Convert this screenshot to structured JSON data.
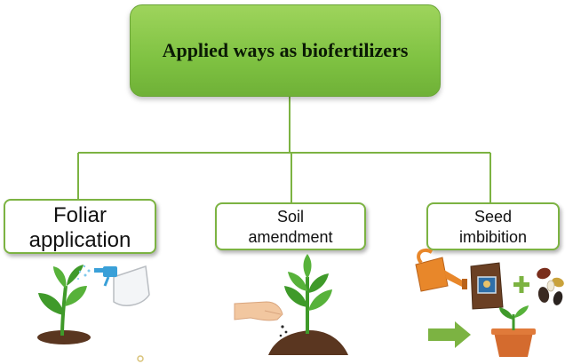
{
  "diagram": {
    "root": {
      "title": "Applied ways as biofertilizers"
    },
    "children": [
      {
        "id": "foliar",
        "lines": [
          "Foliar",
          "application"
        ]
      },
      {
        "id": "soil",
        "lines": [
          "Soil",
          "amendment"
        ]
      },
      {
        "id": "seed",
        "lines": [
          "Seed",
          "imbibition"
        ]
      }
    ]
  },
  "colors": {
    "root_fill": "#7fc242",
    "child_border": "#7cb342",
    "connector": "#7cb342",
    "leaf_green": "#3f9a2a",
    "soil_brown": "#5a3620"
  },
  "icons": [
    "plant-seedling-icon",
    "spray-bottle-icon",
    "hand-icon",
    "soil-plant-icon",
    "watering-can-icon",
    "fertilizer-bag-icon",
    "plus-icon",
    "seeds-icon",
    "arrow-right-icon",
    "potted-seedling-icon"
  ]
}
